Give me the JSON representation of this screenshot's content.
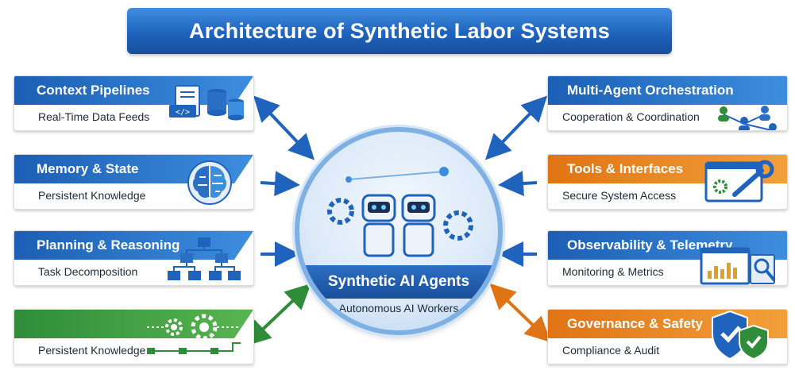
{
  "title": "Architecture of Synthetic Labor Systems",
  "center": {
    "title": "Synthetic AI Agents",
    "subtitle": "Autonomous AI Workers",
    "icon": "robot-agents-icon"
  },
  "left_cards": [
    {
      "title": "Context Pipelines",
      "subtitle": "Real-Time Data Feeds",
      "color": "#1b5fb5",
      "icon": "database-icon"
    },
    {
      "title": "Memory & State",
      "subtitle": "Persistent Knowledge",
      "color": "#1b5fb5",
      "icon": "brain-icon"
    },
    {
      "title": "Planning & Reasoning",
      "subtitle": "Task Decomposition",
      "color": "#1b5fb5",
      "icon": "hierarchy-icon"
    },
    {
      "title": "",
      "subtitle": "Persistent Knowledge",
      "color": "#2f8c39",
      "icon": "gear-pipeline-icon"
    }
  ],
  "right_cards": [
    {
      "title": "Multi-Agent Orchestration",
      "subtitle": "Cooperation & Coordination",
      "color": "#1b5fb5",
      "icon": "network-people-icon"
    },
    {
      "title": "Tools & Interfaces",
      "subtitle": "Secure System Access",
      "color": "#e07415",
      "icon": "wrench-screen-icon"
    },
    {
      "title": "Observability & Telemetry",
      "subtitle": "Monitoring & Metrics",
      "color": "#1b5fb5",
      "icon": "dashboard-icon"
    },
    {
      "title": "Governance & Safety",
      "subtitle": "Compliance & Audit",
      "color": "#e07415",
      "icon": "shield-check-icon"
    }
  ],
  "colors": {
    "blue": "#1f63bd",
    "orange": "#e07415",
    "green": "#2f8c39",
    "accent": "#7fb0e3"
  }
}
